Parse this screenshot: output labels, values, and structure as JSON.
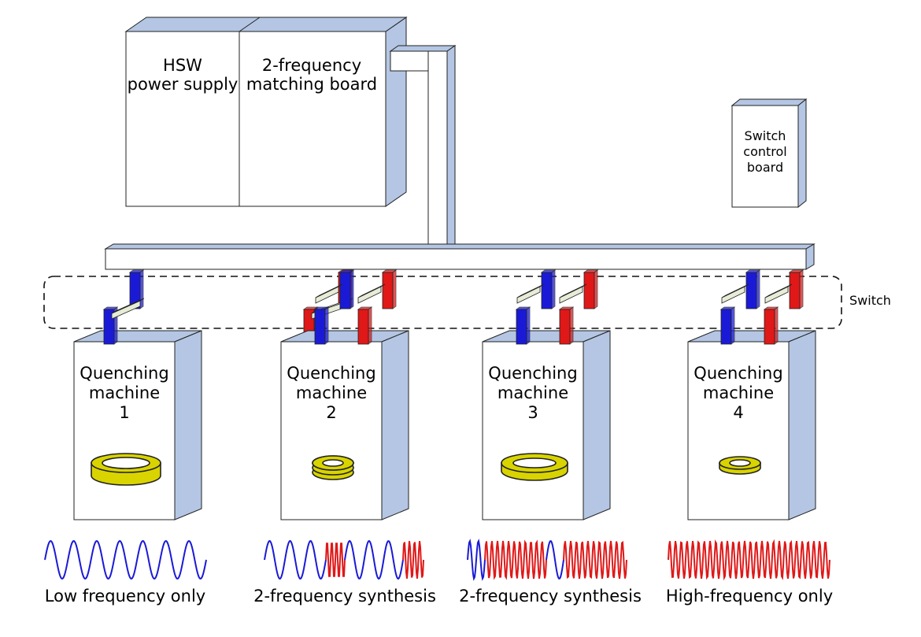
{
  "colors": {
    "box_side": "#b4c6e3",
    "box_face": "#ffffff",
    "stroke": "#222222",
    "low_frequency": "#1a1ad6",
    "high_frequency": "#e01818",
    "blade": "#e6ecd6",
    "workpiece": "#d9d400",
    "switch_outline": "#111111"
  },
  "power_supply": {
    "line1": "HSW",
    "line2": "power supply"
  },
  "matching_board": {
    "line1": "2-frequency",
    "line2": "matching board"
  },
  "switch_control": {
    "line1": "Switch",
    "line2": "control",
    "line3": "board"
  },
  "switch_label": "Switch",
  "machines": [
    {
      "line1": "Quenching",
      "line2": "machine",
      "number": "1",
      "switch_state": "closed",
      "waveform": "low",
      "caption": "Low frequency only",
      "workpiece_icon": "wide-ring-icon"
    },
    {
      "line1": "Quenching",
      "line2": "machine",
      "number": "2",
      "switch_state": "open",
      "waveform": "low-high-synthesis",
      "caption": "2-frequency synthesis",
      "workpiece_icon": "gear-ring-icon"
    },
    {
      "line1": "Quenching",
      "line2": "machine",
      "number": "3",
      "switch_state": "open",
      "waveform": "high-low-synthesis",
      "caption": "2-frequency synthesis",
      "workpiece_icon": "flat-ring-icon"
    },
    {
      "line1": "Quenching",
      "line2": "machine",
      "number": "4",
      "switch_state": "open",
      "waveform": "high",
      "caption": "High-frequency only",
      "workpiece_icon": "small-ring-icon"
    }
  ]
}
